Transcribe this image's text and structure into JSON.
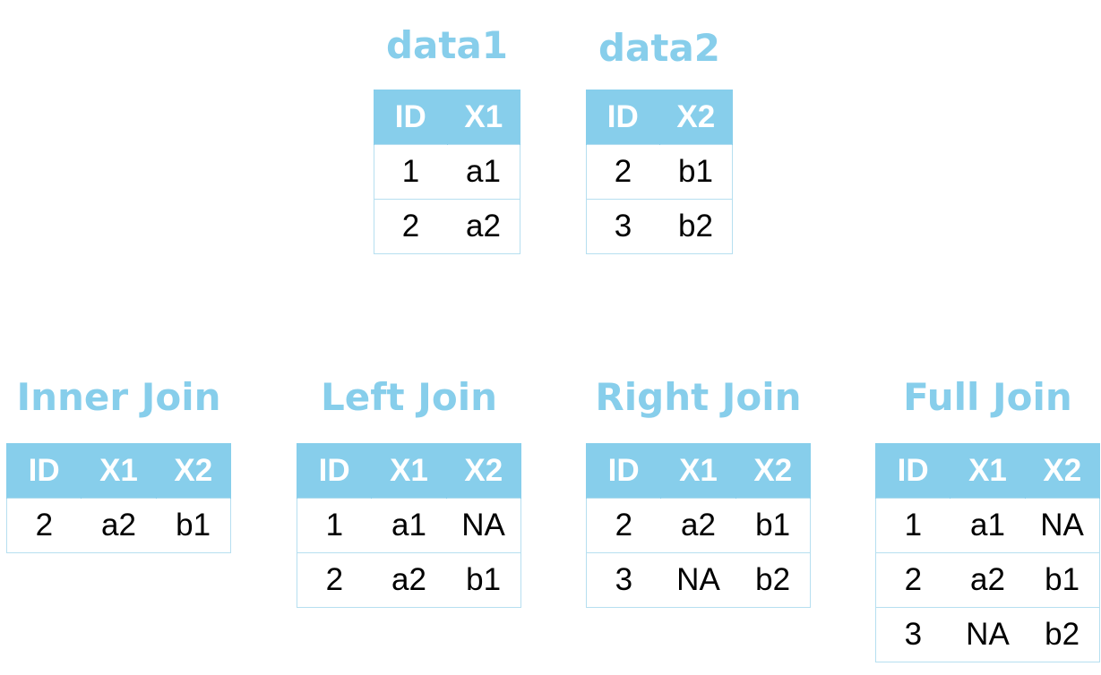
{
  "colors": {
    "header_bg": "#87ceeb",
    "title": "#87ceeb",
    "border": "#b6dff0"
  },
  "tables": {
    "data1": {
      "title": "data1",
      "columns": [
        "ID",
        "X1"
      ],
      "rows": [
        [
          "1",
          "a1"
        ],
        [
          "2",
          "a2"
        ]
      ]
    },
    "data2": {
      "title": "data2",
      "columns": [
        "ID",
        "X2"
      ],
      "rows": [
        [
          "2",
          "b1"
        ],
        [
          "3",
          "b2"
        ]
      ]
    },
    "inner": {
      "title": "Inner Join",
      "columns": [
        "ID",
        "X1",
        "X2"
      ],
      "rows": [
        [
          "2",
          "a2",
          "b1"
        ]
      ]
    },
    "left": {
      "title": "Left Join",
      "columns": [
        "ID",
        "X1",
        "X2"
      ],
      "rows": [
        [
          "1",
          "a1",
          "NA"
        ],
        [
          "2",
          "a2",
          "b1"
        ]
      ]
    },
    "right": {
      "title": "Right Join",
      "columns": [
        "ID",
        "X1",
        "X2"
      ],
      "rows": [
        [
          "2",
          "a2",
          "b1"
        ],
        [
          "3",
          "NA",
          "b2"
        ]
      ]
    },
    "full": {
      "title": "Full Join",
      "columns": [
        "ID",
        "X1",
        "X2"
      ],
      "rows": [
        [
          "1",
          "a1",
          "NA"
        ],
        [
          "2",
          "a2",
          "b1"
        ],
        [
          "3",
          "NA",
          "b2"
        ]
      ]
    }
  }
}
